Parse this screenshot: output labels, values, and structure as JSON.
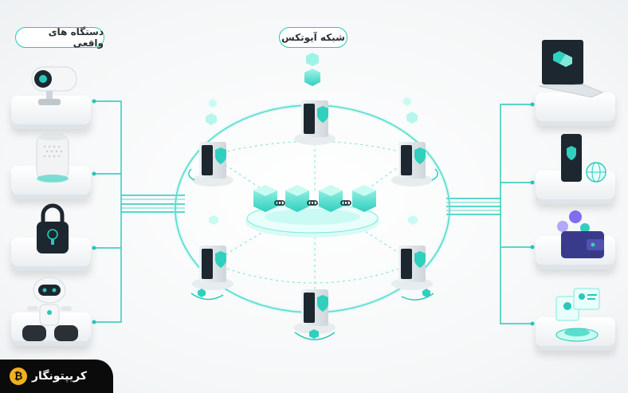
{
  "labels": {
    "devices": "دستگاه های واقعی",
    "network": "شبکه آیوتکس"
  },
  "brand": {
    "name": "کریپتونگار",
    "icon": "coin-icon"
  },
  "colors": {
    "accent": "#27c9b8",
    "accent_light": "#8ff0e4",
    "dark": "#1c2730",
    "brand_bg": "#0b0b0b",
    "brand_icon": "#f2b01e"
  },
  "devices_left": [
    {
      "icon": "security-camera-icon"
    },
    {
      "icon": "smart-speaker-icon"
    },
    {
      "icon": "smart-lock-icon"
    },
    {
      "icon": "robot-icon"
    }
  ],
  "devices_right": [
    {
      "icon": "laptop-icon"
    },
    {
      "icon": "smartphone-globe-icon"
    },
    {
      "icon": "crypto-wallet-icon"
    },
    {
      "icon": "identity-card-icon"
    }
  ]
}
